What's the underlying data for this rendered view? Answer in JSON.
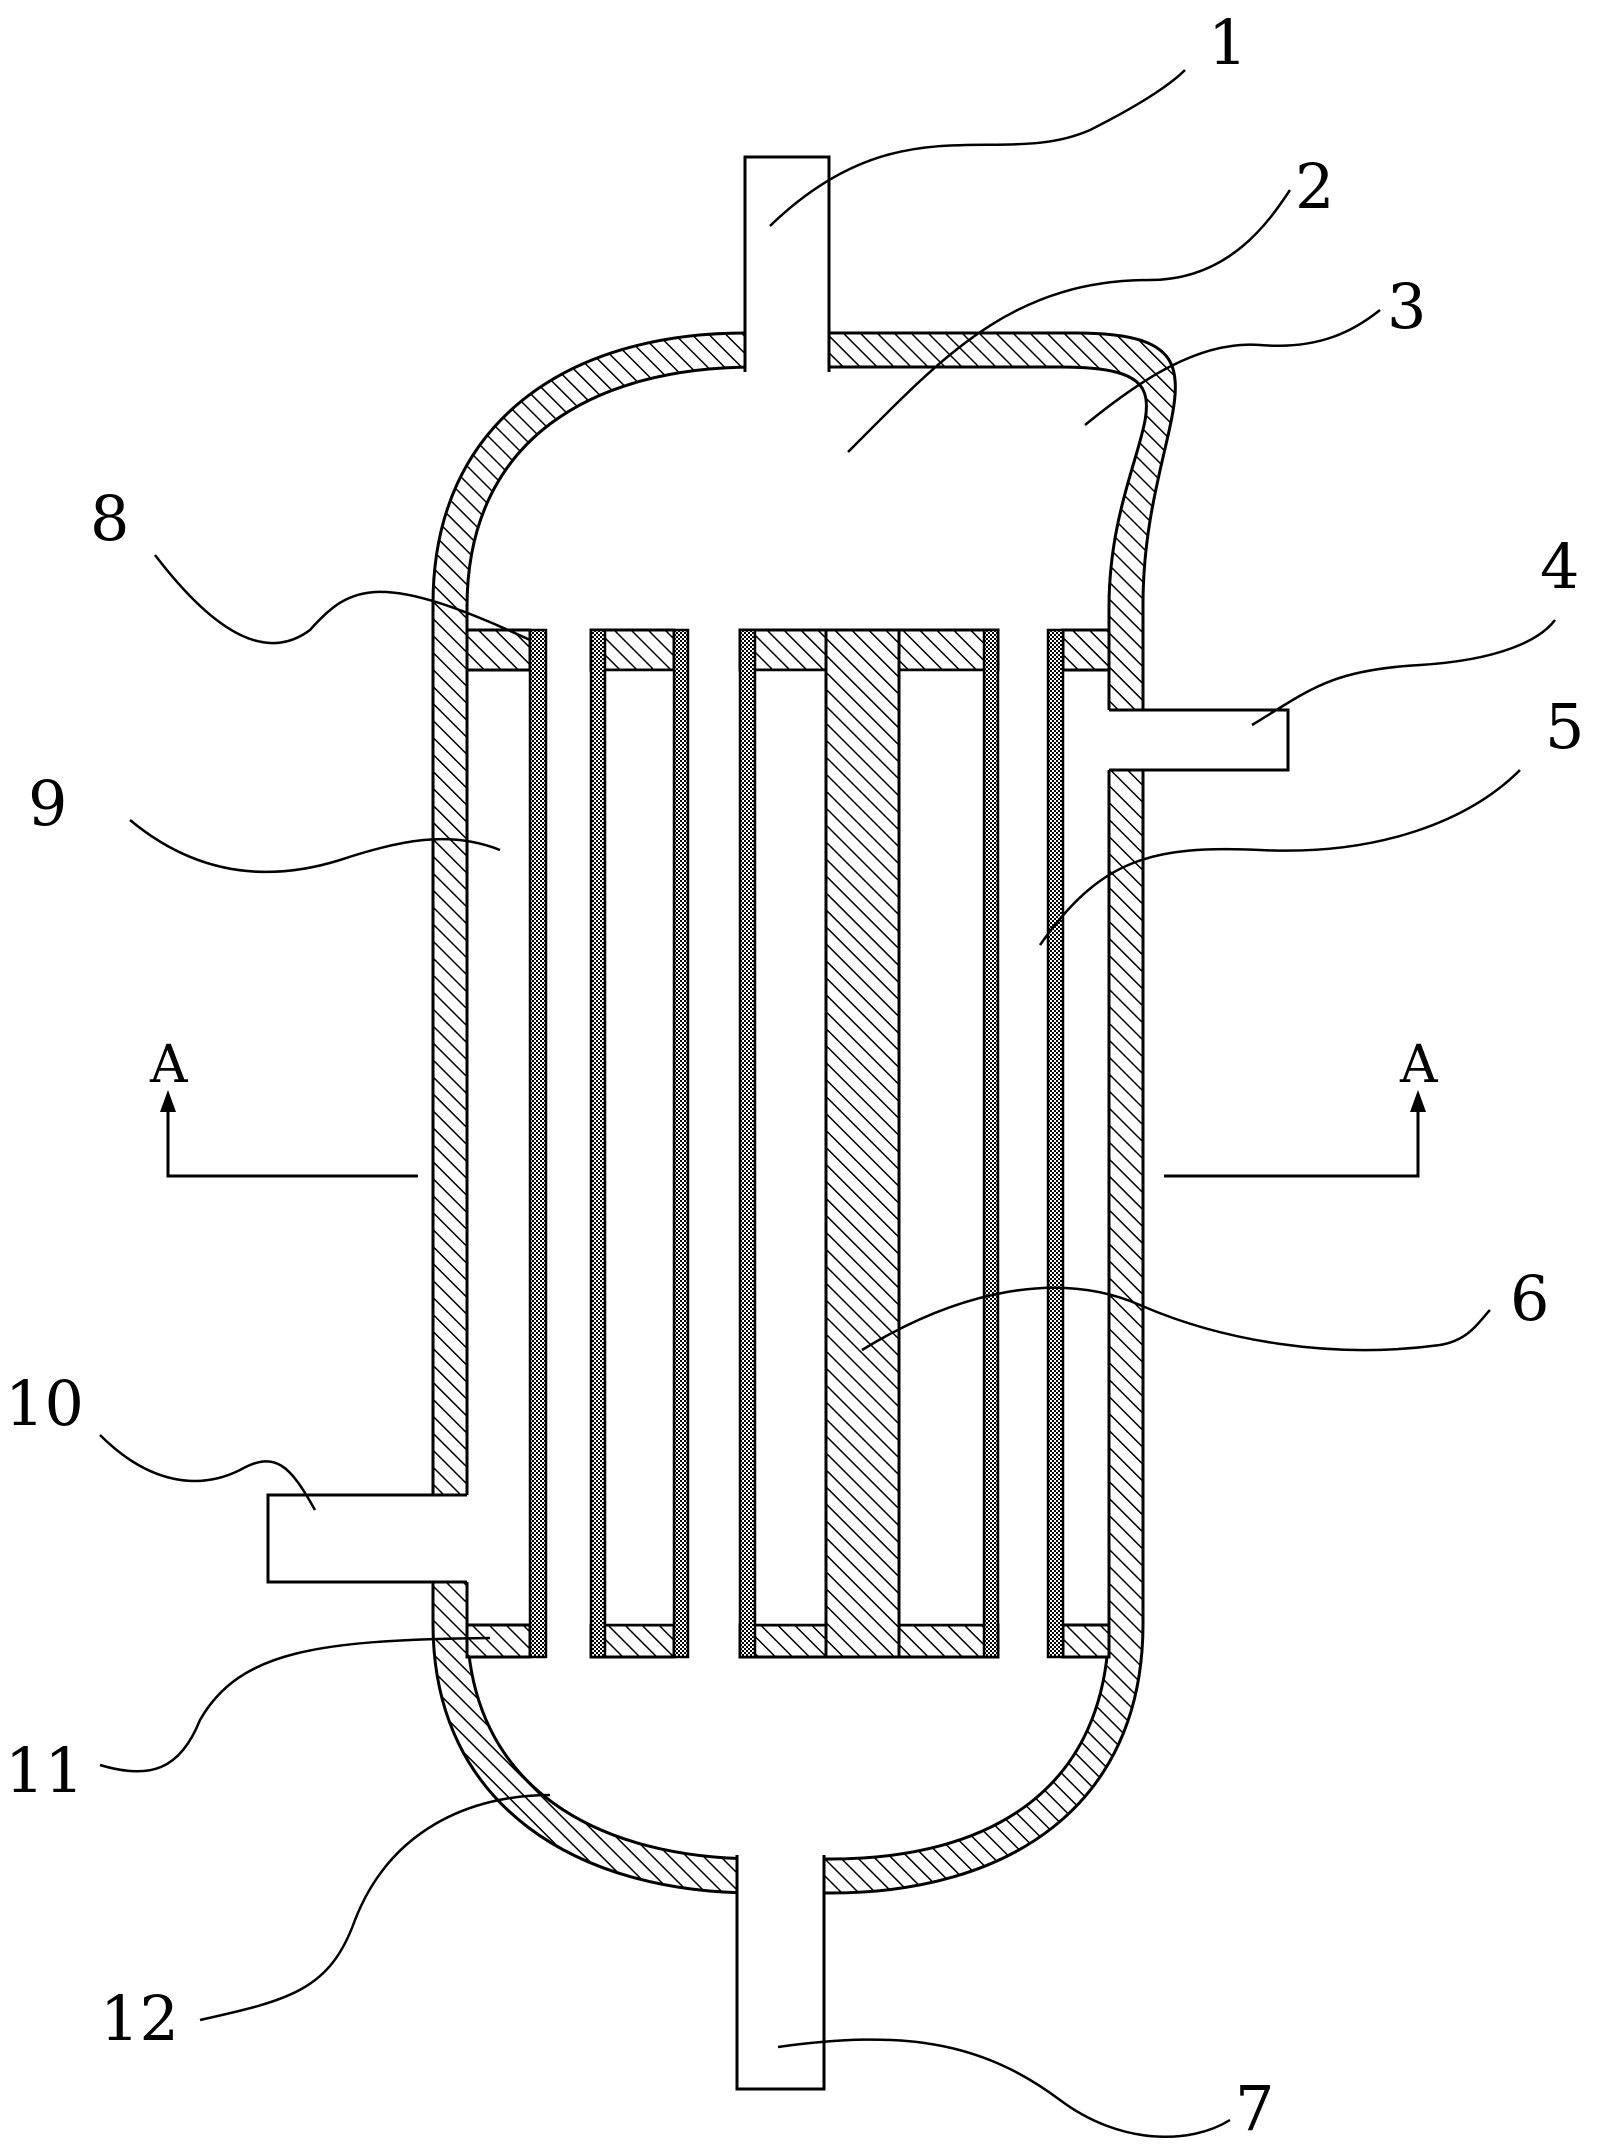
{
  "labels": {
    "l1": "1",
    "l2": "2",
    "l3": "3",
    "l4": "4",
    "l5": "5",
    "l6": "6",
    "l7": "7",
    "l8": "8",
    "l9": "9",
    "l10": "10",
    "l11": "11",
    "l12": "12"
  },
  "section": {
    "left": "A",
    "right": "A"
  }
}
